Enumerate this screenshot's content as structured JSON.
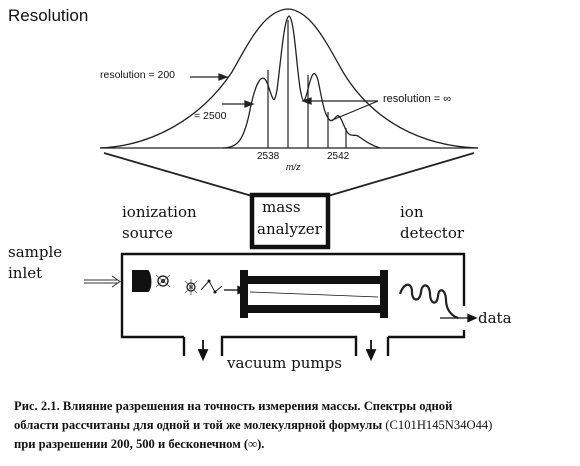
{
  "title": "Resolution",
  "spectrum": {
    "labels": {
      "res200": "resolution = 200",
      "res2500": "= 2500",
      "resInf": "resolution = ∞",
      "x1": "2538",
      "x2": "2542",
      "axis": "m/z"
    }
  },
  "instrument": {
    "ionization_line1": "ionization",
    "ionization_line2": "source",
    "mass_line1": "mass",
    "mass_line2": "analyzer",
    "detector_line1": "ion",
    "detector_line2": "detector",
    "sample_line1": "sample",
    "sample_line2": "inlet",
    "data": "data",
    "vacuum": "vacuum pumps"
  },
  "caption": {
    "line1": "Рис. 2.1. Влияние разрешения на точность измерения массы. Спектры одной",
    "line2": "области рассчитаны для одной и той же молекулярной формулы",
    "formula": "(C101H145N34O44)",
    "line3": "при разрешении 200, 500 и бесконечном (∞)."
  }
}
